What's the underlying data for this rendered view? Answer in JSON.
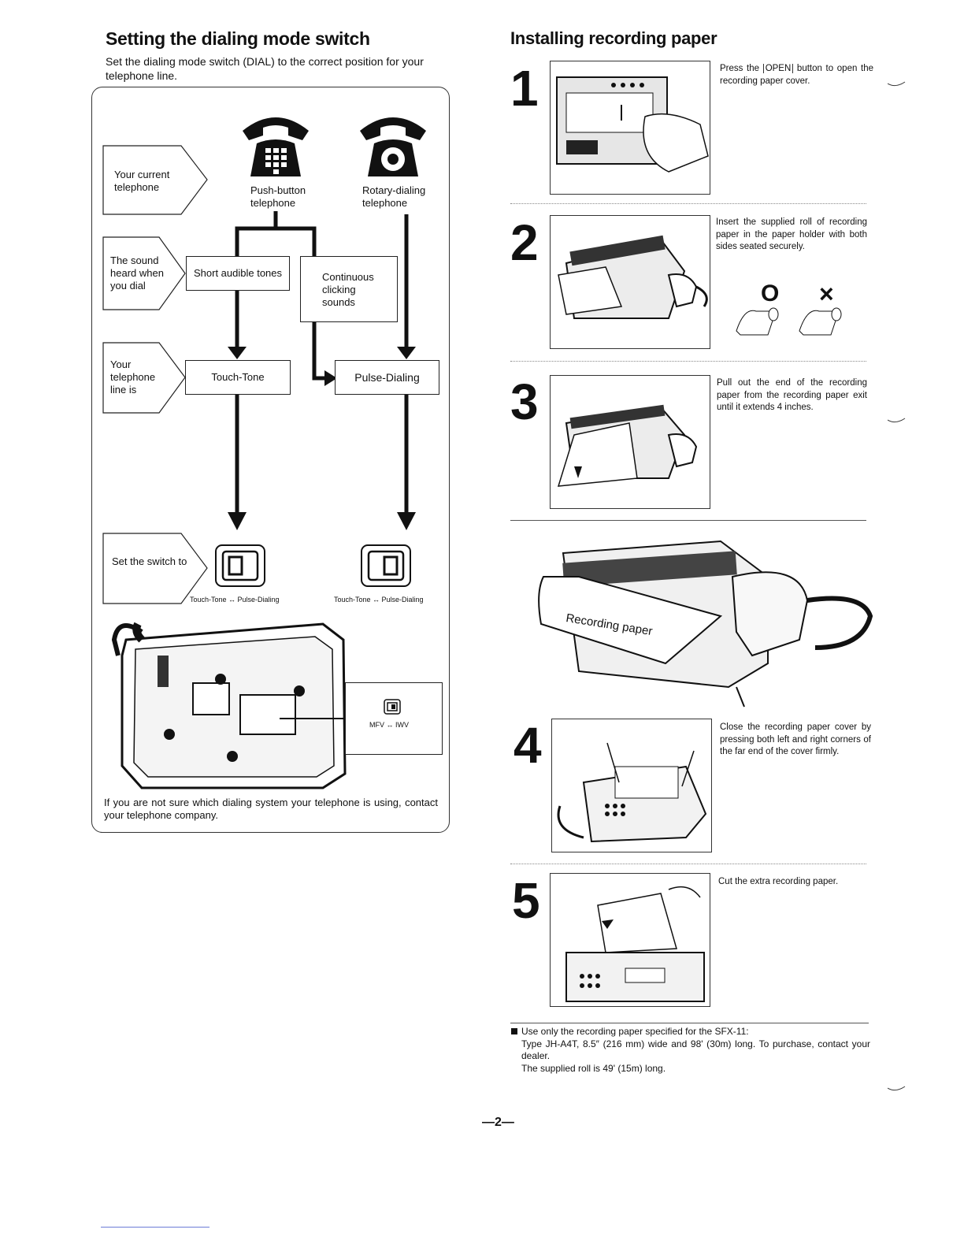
{
  "left": {
    "title": "Setting the dialing mode switch",
    "intro": "Set the dialing mode switch (DIAL) to the correct position for your telephone line.",
    "rows": {
      "current": "Your current telephone",
      "sound": "The sound heard when you dial",
      "line": "Your telephone line is",
      "set": "Set the switch to"
    },
    "phones": {
      "push": "Push-button telephone",
      "rotary": "Rotary-dialing telephone"
    },
    "sounds": {
      "short": "Short audible tones",
      "continuous": "Continuous clicking sounds"
    },
    "lines": {
      "touch": "Touch-Tone",
      "pulse": "Pulse-Dialing"
    },
    "switch_caption": "Touch-Tone ↔ Pulse-Dialing",
    "callout": "MFV ↔ IWV",
    "footer": "If you are not sure which dialing system your telephone is using, contact your telephone company."
  },
  "right": {
    "title": "Installing recording paper",
    "steps": [
      {
        "num": "1",
        "text_pre": "Press the ",
        "button": "OPEN",
        "text_post": " button to open the recording paper cover."
      },
      {
        "num": "2",
        "text": "Insert the supplied roll of recording paper in the paper holder with both sides seated securely.",
        "ok": "O",
        "ng": "×"
      },
      {
        "num": "3",
        "text": "Pull out the end of the recording paper from the recording paper exit until it extends 4 inches."
      },
      {
        "num": "4",
        "text": "Close the recording paper cover by pressing both left and right corners of the far end of the cover firmly."
      },
      {
        "num": "5",
        "text": "Cut the extra recording paper."
      }
    ],
    "illustration_label": "Recording paper",
    "note_line1": "Use only the recording paper specified for the SFX-11:",
    "note_line2": "Type JH-A4T, 8.5″ (216 mm) wide and 98' (30m) long. To purchase, contact your dealer.",
    "note_line3": "The supplied roll is 49' (15m) long."
  },
  "page_number": "—2—"
}
